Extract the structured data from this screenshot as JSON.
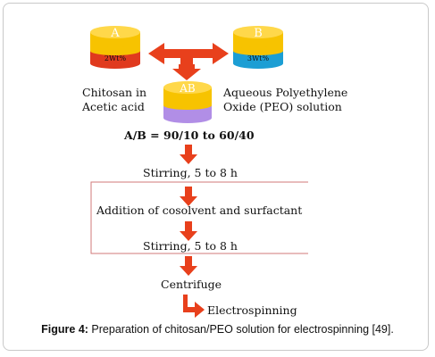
{
  "diagram": {
    "cylinders": {
      "a": {
        "letter": "A",
        "band_text": "2Wt%",
        "top_color": "#f7c300",
        "band_color": "#e03a1e"
      },
      "b": {
        "letter": "B",
        "band_text": "3Wt%",
        "top_color": "#f7c300",
        "band_color": "#1c9ed4"
      },
      "ab": {
        "letter": "AB",
        "band_text": "",
        "top_color": "#f7c300",
        "band_color": "#b18ee6"
      }
    },
    "labels": {
      "chitosan_line1": "Chitosan in",
      "chitosan_line2": "Acetic acid",
      "peo_line1": "Aqueous Polyethylene",
      "peo_line2": "Oxide (PEO) solution",
      "ratio": "A/B = 90/10 to 60/40"
    },
    "steps": {
      "stirring_1": "Stirring, 5 to 8 h",
      "addition": "Addition of cosolvent and surfactant",
      "stirring_2": "Stirring, 5 to 8 h",
      "centrifuge": "Centrifuge",
      "electrospinning": "Electrospinning"
    },
    "arrow_color": "#e8401c"
  },
  "caption": {
    "label": "Figure 4:",
    "text": " Preparation of chitosan/PEO solution for electrospinning [49]."
  }
}
